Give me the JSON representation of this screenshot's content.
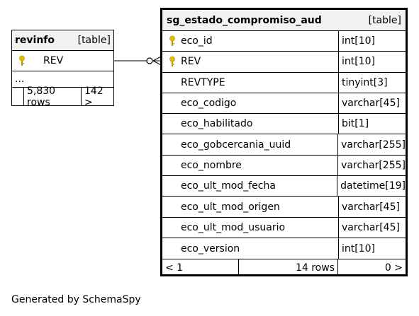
{
  "tables": {
    "revinfo": {
      "name": "revinfo",
      "kind": "[table]",
      "columns": [
        {
          "name": "REV",
          "key": true
        }
      ],
      "ellipsis": "...",
      "rows": "5,830 rows",
      "children": "142 >"
    },
    "audit": {
      "name": "sg_estado_compromiso_aud",
      "kind": "[table]",
      "columns": [
        {
          "name": "eco_id",
          "type": "int[10]",
          "key": true
        },
        {
          "name": "REV",
          "type": "int[10]",
          "key": true
        },
        {
          "name": "REVTYPE",
          "type": "tinyint[3]",
          "key": false
        },
        {
          "name": "eco_codigo",
          "type": "varchar[45]",
          "key": false
        },
        {
          "name": "eco_habilitado",
          "type": "bit[1]",
          "key": false
        },
        {
          "name": "eco_gobcercania_uuid",
          "type": "varchar[255]",
          "key": false
        },
        {
          "name": "eco_nombre",
          "type": "varchar[255]",
          "key": false
        },
        {
          "name": "eco_ult_mod_fecha",
          "type": "datetime[19]",
          "key": false
        },
        {
          "name": "eco_ult_mod_origen",
          "type": "varchar[45]",
          "key": false
        },
        {
          "name": "eco_ult_mod_usuario",
          "type": "varchar[45]",
          "key": false
        },
        {
          "name": "eco_version",
          "type": "int[10]",
          "key": false
        }
      ],
      "parents": "< 1",
      "rows": "14 rows",
      "children": "0 >"
    }
  },
  "icons": {
    "key": "key-icon"
  },
  "colors": {
    "key": "#e0c000",
    "header": "#f2f2f2"
  },
  "footer": "Generated by SchemaSpy"
}
